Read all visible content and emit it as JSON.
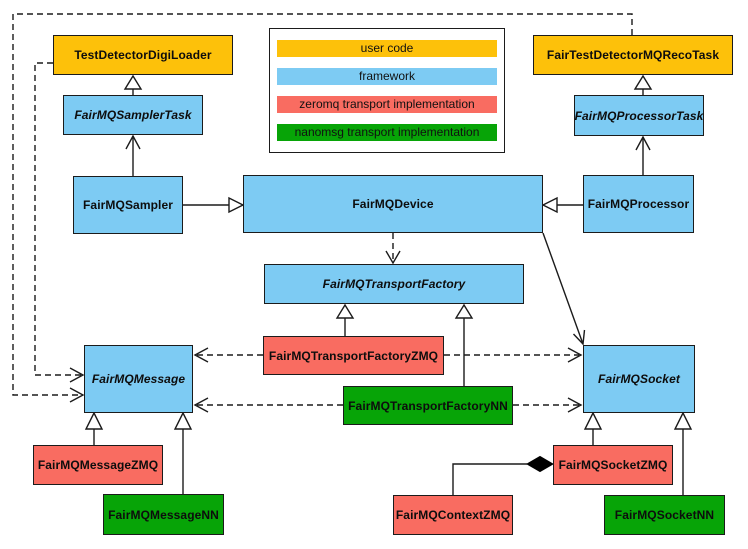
{
  "colors": {
    "user-code": "#FDC10A",
    "framework": "#7DCBF3",
    "zeromq": "#F96C61",
    "nanomsg": "#07A407"
  },
  "legend": {
    "items": [
      {
        "label": "user code",
        "category": "user-code"
      },
      {
        "label": "framework",
        "category": "framework"
      },
      {
        "label": "zeromq transport implementation",
        "category": "zeromq"
      },
      {
        "label": "nanomsg transport implementation",
        "category": "nanomsg"
      }
    ]
  },
  "nodes": {
    "test_loader": {
      "label": "TestDetectorDigiLoader",
      "category": "user-code",
      "abstract": false
    },
    "reco_task": {
      "label": "FairTestDetectorMQRecoTask",
      "category": "user-code",
      "abstract": false
    },
    "sampler_task": {
      "label": "FairMQSamplerTask",
      "category": "framework",
      "abstract": true
    },
    "processor_task": {
      "label": "FairMQProcessorTask",
      "category": "framework",
      "abstract": true
    },
    "sampler": {
      "label": "FairMQSampler",
      "category": "framework",
      "abstract": false
    },
    "device": {
      "label": "FairMQDevice",
      "category": "framework",
      "abstract": false
    },
    "processor": {
      "label": "FairMQProcessor",
      "category": "framework",
      "abstract": false
    },
    "transport_factory": {
      "label": "FairMQTransportFactory",
      "category": "framework",
      "abstract": true
    },
    "tf_zmq": {
      "label": "FairMQTransportFactoryZMQ",
      "category": "zeromq",
      "abstract": false
    },
    "tf_nn": {
      "label": "FairMQTransportFactoryNN",
      "category": "nanomsg",
      "abstract": false
    },
    "message": {
      "label": "FairMQMessage",
      "category": "framework",
      "abstract": true
    },
    "socket": {
      "label": "FairMQSocket",
      "category": "framework",
      "abstract": true
    },
    "message_zmq": {
      "label": "FairMQMessageZMQ",
      "category": "zeromq",
      "abstract": false
    },
    "message_nn": {
      "label": "FairMQMessageNN",
      "category": "nanomsg",
      "abstract": false
    },
    "context_zmq": {
      "label": "FairMQContextZMQ",
      "category": "zeromq",
      "abstract": false
    },
    "socket_zmq": {
      "label": "FairMQSocketZMQ",
      "category": "zeromq",
      "abstract": false
    },
    "socket_nn": {
      "label": "FairMQSocketNN",
      "category": "nanomsg",
      "abstract": false
    }
  },
  "relationships": [
    {
      "from": "FairMQSamplerTask",
      "to": "TestDetectorDigiLoader",
      "type": "generalization"
    },
    {
      "from": "FairMQProcessorTask",
      "to": "FairTestDetectorMQRecoTask",
      "type": "generalization"
    },
    {
      "from": "FairMQSampler",
      "to": "FairMQSamplerTask",
      "type": "association"
    },
    {
      "from": "FairMQProcessor",
      "to": "FairMQProcessorTask",
      "type": "association"
    },
    {
      "from": "FairMQSampler",
      "to": "FairMQDevice",
      "type": "generalization"
    },
    {
      "from": "FairMQProcessor",
      "to": "FairMQDevice",
      "type": "generalization"
    },
    {
      "from": "FairMQDevice",
      "to": "FairMQTransportFactory",
      "type": "dependency"
    },
    {
      "from": "FairMQDevice",
      "to": "FairMQSocket",
      "type": "association"
    },
    {
      "from": "FairMQTransportFactoryZMQ",
      "to": "FairMQTransportFactory",
      "type": "generalization"
    },
    {
      "from": "FairMQTransportFactoryNN",
      "to": "FairMQTransportFactory",
      "type": "generalization"
    },
    {
      "from": "FairMQTransportFactoryZMQ",
      "to": "FairMQMessage",
      "type": "dependency"
    },
    {
      "from": "FairMQTransportFactoryZMQ",
      "to": "FairMQSocket",
      "type": "dependency"
    },
    {
      "from": "FairMQTransportFactoryNN",
      "to": "FairMQMessage",
      "type": "dependency"
    },
    {
      "from": "FairMQTransportFactoryNN",
      "to": "FairMQSocket",
      "type": "dependency"
    },
    {
      "from": "TestDetectorDigiLoader",
      "to": "FairMQMessage",
      "type": "dependency"
    },
    {
      "from": "FairTestDetectorMQRecoTask",
      "to": "FairMQMessage",
      "type": "dependency"
    },
    {
      "from": "FairMQMessageZMQ",
      "to": "FairMQMessage",
      "type": "generalization"
    },
    {
      "from": "FairMQMessageNN",
      "to": "FairMQMessage",
      "type": "generalization"
    },
    {
      "from": "FairMQSocketZMQ",
      "to": "FairMQSocket",
      "type": "generalization"
    },
    {
      "from": "FairMQSocketNN",
      "to": "FairMQSocket",
      "type": "generalization"
    },
    {
      "from": "FairMQContextZMQ",
      "to": "FairMQSocketZMQ",
      "type": "composition"
    }
  ]
}
